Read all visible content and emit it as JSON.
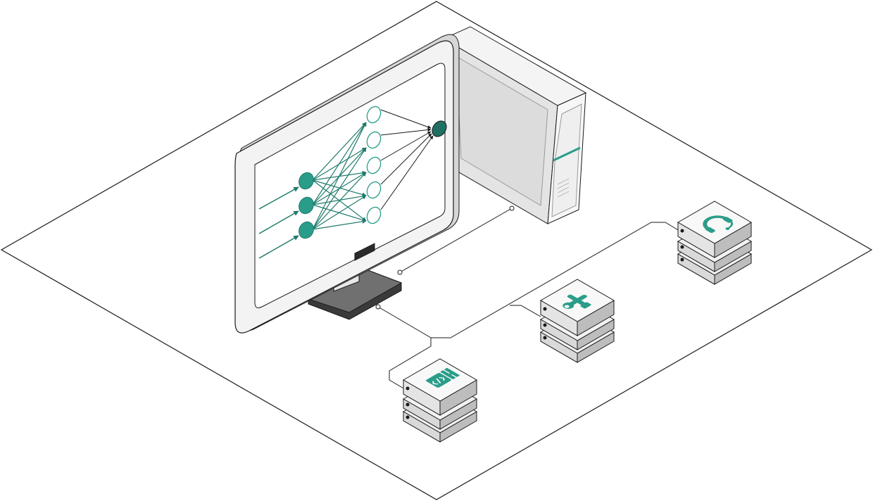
{
  "illustration": {
    "type": "isometric-network-diagram",
    "colors": {
      "accent": "#2a9d8a",
      "accent_dark": "#1f6f63",
      "outline": "#1a1a1a",
      "device_light": "#f2f2f2",
      "device_mid": "#d9d9d9",
      "device_dark": "#bdbdbd",
      "stand": "#707070",
      "stand_base": "#3a3a3a"
    },
    "devices": [
      {
        "name": "monitor",
        "icon": "neural-network-icon"
      },
      {
        "name": "tower-pc",
        "icon": "computer-tower-icon"
      },
      {
        "name": "server-code",
        "icon": "code-icon"
      },
      {
        "name": "server-tools",
        "icon": "tools-icon"
      },
      {
        "name": "server-support",
        "icon": "headset-icon"
      }
    ],
    "neural_network": {
      "input_nodes": 3,
      "hidden_nodes": 5,
      "output_nodes": 1
    }
  }
}
